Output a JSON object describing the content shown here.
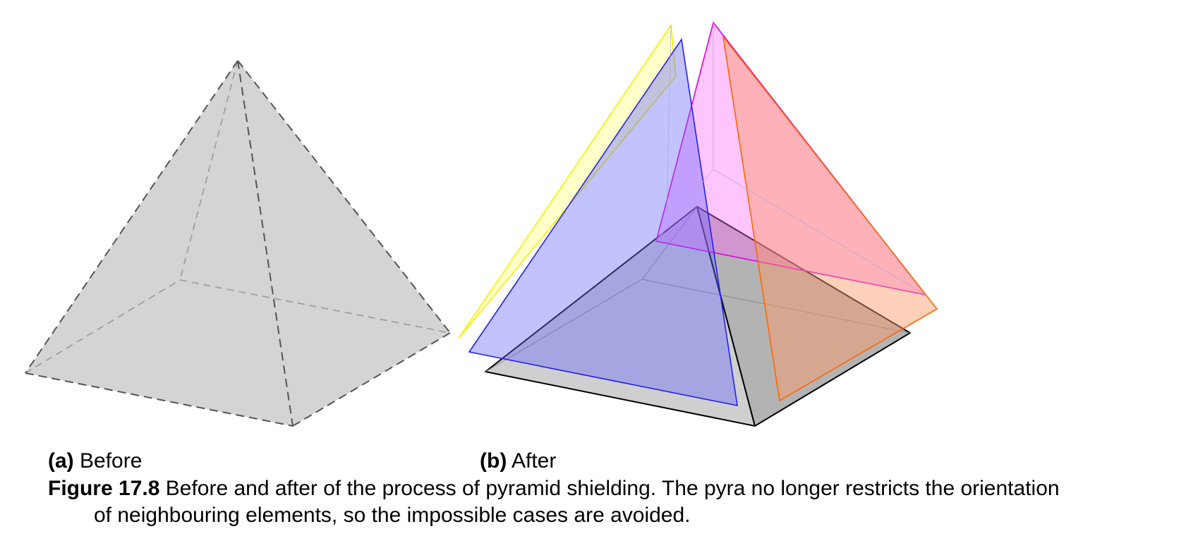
{
  "figure": {
    "subfigures": [
      {
        "id": "a",
        "label": "(a)",
        "title": "Before"
      },
      {
        "id": "b",
        "label": "(b)",
        "title": "After"
      }
    ],
    "caption": {
      "label": "Figure 17.8",
      "line1": "Before and after of the process of pyramid shielding. The pyra no longer restricts the orientation",
      "line2": "of neighbouring elements, so the impossible cases are avoided."
    }
  },
  "colors": {
    "pyramid_fill": "#d4d4d4",
    "pyramid_dashed_edge": "#555555",
    "pyramid_after_dark": "#b3b3b3",
    "plane_yellow": "#ffff66",
    "plane_blue": "#6666ff",
    "plane_magenta": "#ff66ff",
    "plane_orange": "#ff9966"
  }
}
